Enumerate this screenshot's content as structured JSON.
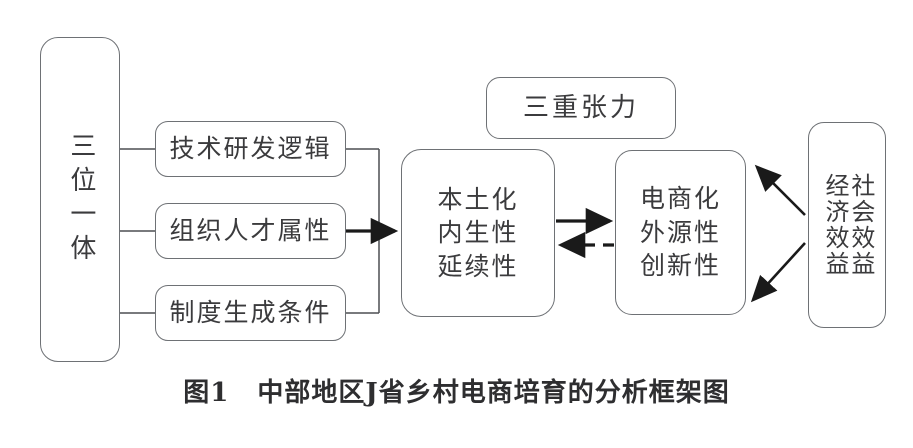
{
  "figure": {
    "caption_index": "图1",
    "caption_text": "中部地区J省乡村电商培育的分析框架图",
    "background_color": "#ffffff",
    "line_color": "#6e7175",
    "arrow_color": "#1a1a1a",
    "text_color": "#3b3b3d"
  },
  "nodes": {
    "trinity": {
      "label": "三位一体",
      "orientation": "vertical"
    },
    "pillars": [
      {
        "label": "技术研发逻辑"
      },
      {
        "label": "组织人才属性"
      },
      {
        "label": "制度生成条件"
      }
    ],
    "tension": {
      "label": "三重张力"
    },
    "local_logic": {
      "label": "本土化\n内生性\n延续性"
    },
    "ecommerce_logic": {
      "label": "电商化\n外源性\n创新性"
    },
    "outcomes": {
      "column_right": "社会效益",
      "column_left": "经济效益"
    }
  },
  "connectors": [
    {
      "name": "trinity-to-pillars-bracket",
      "style": "thin-solid",
      "direction": "none"
    },
    {
      "name": "pillars-to-local-arrow",
      "style": "thick-solid",
      "direction": "right"
    },
    {
      "name": "local-to-ecommerce-arrow",
      "style": "thick-solid",
      "direction": "right"
    },
    {
      "name": "ecommerce-to-local-arrow",
      "style": "thick-dashed",
      "direction": "left"
    },
    {
      "name": "outcomes-to-ecommerce-upper-arrow",
      "style": "thin-solid",
      "direction": "up-left"
    },
    {
      "name": "outcomes-to-ecommerce-lower-arrow",
      "style": "thin-solid",
      "direction": "down-left"
    }
  ]
}
